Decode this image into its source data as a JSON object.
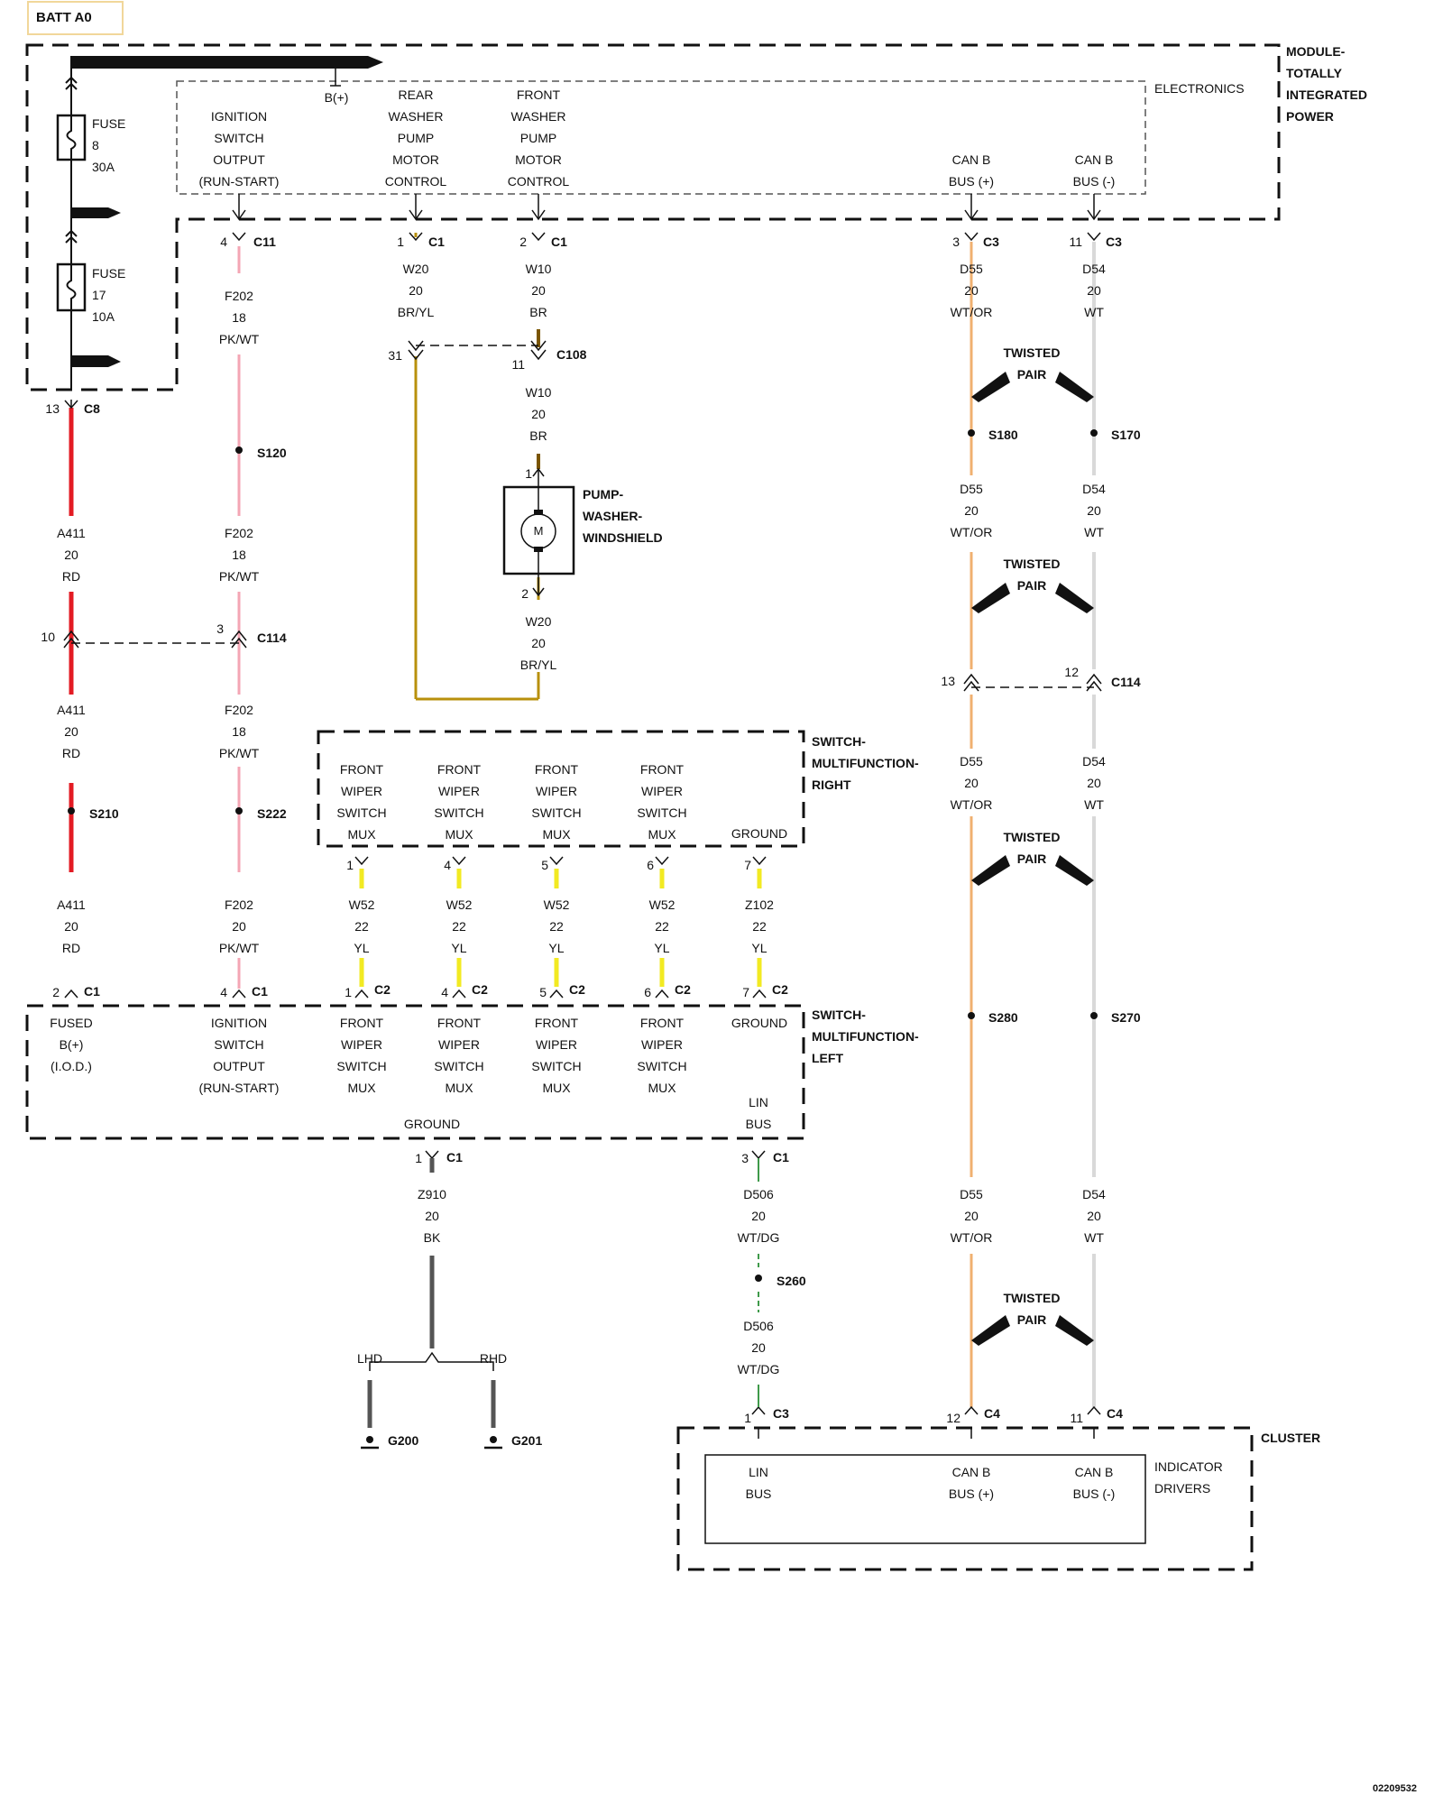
{
  "title": "BATT A0",
  "doc_id": "02209532",
  "modules": {
    "tipm": [
      "MODULE-",
      "TOTALLY",
      "INTEGRATED",
      "POWER"
    ],
    "electronics": "ELECTRONICS",
    "switch_right": [
      "SWITCH-",
      "MULTIFUNCTION-",
      "RIGHT"
    ],
    "switch_left": [
      "SWITCH-",
      "MULTIFUNCTION-",
      "LEFT"
    ],
    "cluster": "CLUSTER",
    "indicator_drivers": [
      "INDICATOR",
      "DRIVERS"
    ],
    "pump": [
      "PUMP-",
      "WASHER-",
      "WINDSHIELD"
    ],
    "motor_symbol": "M"
  },
  "fuses": [
    {
      "label": "FUSE",
      "number": "8",
      "rating": "30A"
    },
    {
      "label": "FUSE",
      "number": "17",
      "rating": "10A"
    }
  ],
  "bplus": "B(+)",
  "tipm_pins": [
    {
      "name": [
        "IGNITION",
        "SWITCH",
        "OUTPUT",
        "(RUN-START)"
      ],
      "pin": "4",
      "conn": "C11"
    },
    {
      "name": [
        "REAR",
        "WASHER",
        "PUMP",
        "MOTOR",
        "CONTROL"
      ],
      "pin": "1",
      "conn": "C1"
    },
    {
      "name": [
        "FRONT",
        "WASHER",
        "PUMP",
        "MOTOR",
        "CONTROL"
      ],
      "pin": "2",
      "conn": "C1"
    },
    {
      "name": [
        "CAN B",
        "BUS (+)"
      ],
      "pin": "3",
      "conn": "C3"
    },
    {
      "name": [
        "CAN B",
        "BUS (-)"
      ],
      "pin": "11",
      "conn": "C3"
    }
  ],
  "c8": {
    "pin": "13",
    "conn": "C8"
  },
  "wires": [
    {
      "circuit": "A411",
      "gauge": "20",
      "color": "RD"
    },
    {
      "circuit": "A411",
      "gauge": "20",
      "color": "RD"
    },
    {
      "circuit": "A411",
      "gauge": "20",
      "color": "RD"
    },
    {
      "circuit": "F202",
      "gauge": "18",
      "color": "PK/WT"
    },
    {
      "circuit": "F202",
      "gauge": "18",
      "color": "PK/WT"
    },
    {
      "circuit": "F202",
      "gauge": "18",
      "color": "PK/WT"
    },
    {
      "circuit": "F202",
      "gauge": "20",
      "color": "PK/WT"
    },
    {
      "circuit": "W20",
      "gauge": "20",
      "color": "BR/YL"
    },
    {
      "circuit": "W10",
      "gauge": "20",
      "color": "BR"
    },
    {
      "circuit": "W10",
      "gauge": "20",
      "color": "BR"
    },
    {
      "circuit": "W20",
      "gauge": "20",
      "color": "BR/YL"
    },
    {
      "circuit": "D55",
      "gauge": "20",
      "color": "WT/OR"
    },
    {
      "circuit": "D55",
      "gauge": "20",
      "color": "WT/OR"
    },
    {
      "circuit": "D55",
      "gauge": "20",
      "color": "WT/OR"
    },
    {
      "circuit": "D55",
      "gauge": "20",
      "color": "WT/OR"
    },
    {
      "circuit": "D54",
      "gauge": "20",
      "color": "WT"
    },
    {
      "circuit": "D54",
      "gauge": "20",
      "color": "WT"
    },
    {
      "circuit": "D54",
      "gauge": "20",
      "color": "WT"
    },
    {
      "circuit": "D54",
      "gauge": "20",
      "color": "WT"
    },
    {
      "circuit": "W52",
      "gauge": "22",
      "color": "YL"
    },
    {
      "circuit": "W52",
      "gauge": "22",
      "color": "YL"
    },
    {
      "circuit": "W52",
      "gauge": "22",
      "color": "YL"
    },
    {
      "circuit": "W52",
      "gauge": "22",
      "color": "YL"
    },
    {
      "circuit": "Z102",
      "gauge": "22",
      "color": "YL"
    },
    {
      "circuit": "Z910",
      "gauge": "20",
      "color": "BK"
    },
    {
      "circuit": "D506",
      "gauge": "20",
      "color": "WT/DG"
    },
    {
      "circuit": "D506",
      "gauge": "20",
      "color": "WT/DG"
    }
  ],
  "c108": {
    "left_pin": "31",
    "right_pin": "11",
    "conn": "C108"
  },
  "pump_pins": [
    "1",
    "2"
  ],
  "c114_left": {
    "left_pin": "10",
    "right_pin": "3",
    "conn": "C114"
  },
  "c114_right": {
    "left_pin": "13",
    "right_pin": "12",
    "conn": "C114"
  },
  "splices": [
    "S120",
    "S210",
    "S222",
    "S180",
    "S170",
    "S280",
    "S270",
    "S260"
  ],
  "twisted_pair": [
    "TWISTED",
    "PAIR"
  ],
  "switch_right_pins": [
    {
      "name": [
        "FRONT",
        "WIPER",
        "SWITCH",
        "MUX"
      ],
      "pin": "1"
    },
    {
      "name": [
        "FRONT",
        "WIPER",
        "SWITCH",
        "MUX"
      ],
      "pin": "4"
    },
    {
      "name": [
        "FRONT",
        "WIPER",
        "SWITCH",
        "MUX"
      ],
      "pin": "5"
    },
    {
      "name": [
        "FRONT",
        "WIPER",
        "SWITCH",
        "MUX"
      ],
      "pin": "6"
    },
    {
      "name": [
        "GROUND"
      ],
      "pin": "7"
    }
  ],
  "switch_left_pins": [
    {
      "name": [
        "FUSED",
        "B(+)",
        "(I.O.D.)"
      ],
      "pin": "2",
      "conn": "C1"
    },
    {
      "name": [
        "IGNITION",
        "SWITCH",
        "OUTPUT",
        "(RUN-START)"
      ],
      "pin": "4",
      "conn": "C1"
    },
    {
      "name": [
        "FRONT",
        "WIPER",
        "SWITCH",
        "MUX"
      ],
      "pin": "1",
      "conn": "C2"
    },
    {
      "name": [
        "FRONT",
        "WIPER",
        "SWITCH",
        "MUX"
      ],
      "pin": "4",
      "conn": "C2"
    },
    {
      "name": [
        "FRONT",
        "WIPER",
        "SWITCH",
        "MUX"
      ],
      "pin": "5",
      "conn": "C2"
    },
    {
      "name": [
        "FRONT",
        "WIPER",
        "SWITCH",
        "MUX"
      ],
      "pin": "6",
      "conn": "C2"
    },
    {
      "name": [
        "GROUND"
      ],
      "pin": "7",
      "conn": "C2"
    }
  ],
  "switch_left_bottom": [
    {
      "name": [
        "GROUND"
      ],
      "pin": "1",
      "conn": "C1"
    },
    {
      "name": [
        "LIN",
        "BUS"
      ],
      "pin": "3",
      "conn": "C1"
    }
  ],
  "grounds": {
    "lhd": "LHD",
    "rhd": "RHD",
    "g1": "G200",
    "g2": "G201"
  },
  "cluster_pins": [
    {
      "name": [
        "LIN",
        "BUS"
      ],
      "pin": "1",
      "conn": "C3"
    },
    {
      "name": [
        "CAN B",
        "BUS (+)"
      ],
      "pin": "12",
      "conn": "C4"
    },
    {
      "name": [
        "CAN B",
        "BUS (-)"
      ],
      "pin": "11",
      "conn": "C4"
    }
  ],
  "colors": {
    "red": "#e31b23",
    "pink": "#f4a6b4",
    "brown": "#7a5500",
    "brown_yellow": "#b8900c",
    "yellow": "#f2ea22",
    "orange": "#f0b070",
    "white_gray": "#d9d9d9",
    "black": "#111111",
    "gray_bk": "#555555",
    "green": "#3f9a4a",
    "title_border": "#f1d79a"
  }
}
